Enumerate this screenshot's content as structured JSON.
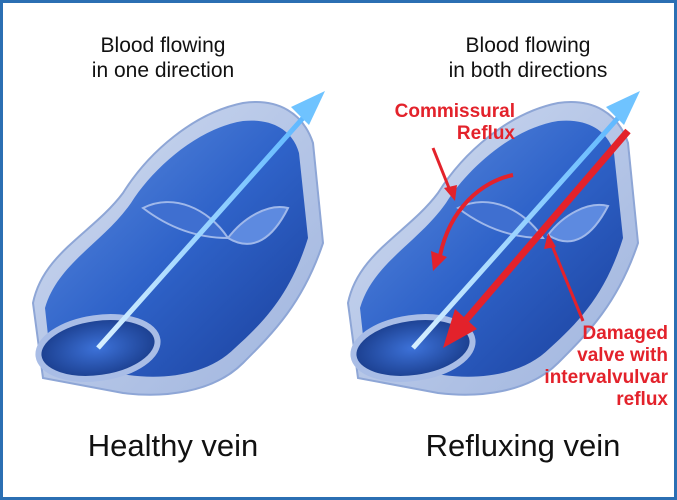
{
  "left": {
    "caption_line1": "Blood flowing",
    "caption_line2": "in one direction",
    "label": "Healthy vein"
  },
  "right": {
    "caption_line1": "Blood flowing",
    "caption_line2": "in both directions",
    "label": "Refluxing vein",
    "annotation_commissural": [
      "Commissural",
      "Reflux"
    ],
    "annotation_damaged": [
      "Damaged",
      "valve with",
      "intervalvulvar",
      "reflux"
    ]
  },
  "colors": {
    "border": "#2b6fb3",
    "annotation": "#e3222b",
    "vein_dark": "#1f4fb0",
    "vein_light": "#b7c9ea",
    "flow_arrow": "#6fc3ff"
  }
}
